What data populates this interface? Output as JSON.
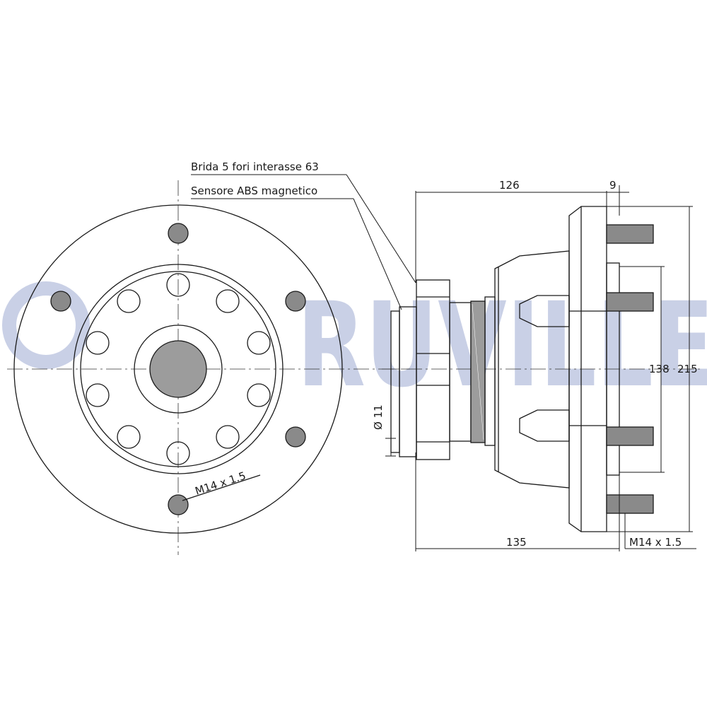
{
  "watermark": {
    "text": "RUVILLE",
    "color": "#c9d0e6"
  },
  "colors": {
    "line": "#1a1a1a",
    "hatch": "#555555",
    "stud": "#8a8a8a",
    "centerline": "#333333"
  },
  "callouts": {
    "flange": "Brida 5 fori interasse 63",
    "abs_sensor": "Sensore ABS magnetico"
  },
  "dimensions": {
    "front_thread": "M14 x 1.5",
    "overall_length": "126",
    "flange_thickness": "9",
    "total_length": "135",
    "side_thread": "M14 x 1.5",
    "pilot_diameter": "138",
    "flange_diameter": "215",
    "abs_diameter": "Ø 11"
  }
}
